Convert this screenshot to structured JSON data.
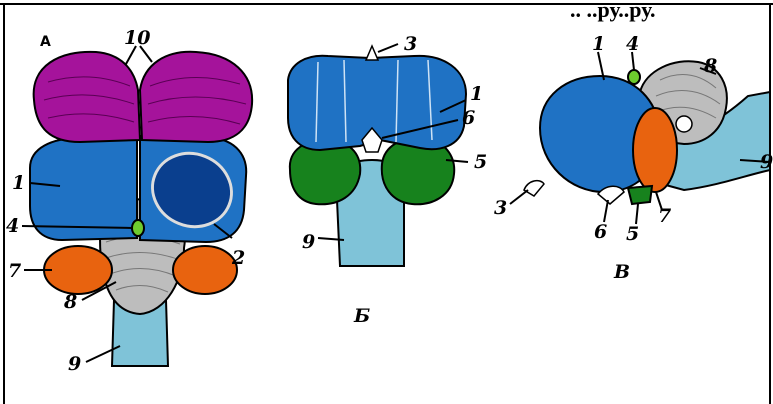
{
  "header_fragment": ".. ..ру..ру.",
  "panels": {
    "a": {
      "letter": "А"
    },
    "b": {
      "letter": "Б"
    },
    "v": {
      "letter": "В"
    }
  },
  "labels": {
    "a": [
      "10",
      "1",
      "4",
      "7",
      "2",
      "8",
      "9"
    ],
    "b": [
      "3",
      "1",
      "6",
      "5",
      "9"
    ],
    "v": [
      "1",
      "4",
      "8",
      "9",
      "3",
      "6",
      "5",
      "7"
    ]
  },
  "colors": {
    "part_10_magenta": "#a5139b",
    "part_1_blue": "#1f72c4",
    "part_2_dark_blue": "#0a3f8e",
    "part_4_green_small": "#6ecb2e",
    "part_5_green": "#17821d",
    "part_7_orange": "#e8630f",
    "part_8_grey": "#bdbdbd",
    "part_9_light_blue": "#7fc3d8"
  }
}
